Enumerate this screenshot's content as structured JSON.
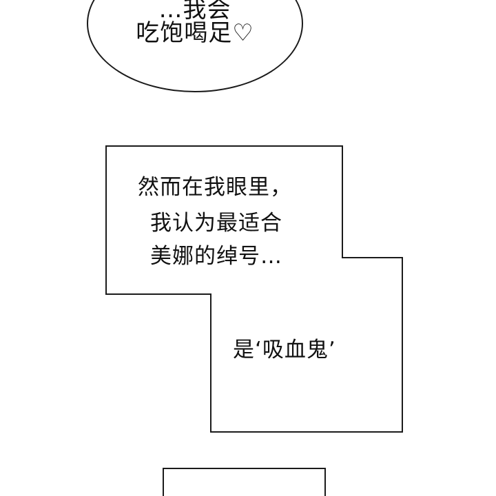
{
  "speech_bubble": {
    "line_1": "…我会",
    "line_2": "吃饱喝足♡"
  },
  "caption_box": {
    "line_1": "然而在我眼里，",
    "line_2": "我认为最适合",
    "line_3": "美娜的绰号…",
    "line_4": "是‘吸血鬼’"
  },
  "colors": {
    "background": "#ffffff",
    "ink": "#111111",
    "border": "#1a1a1a"
  }
}
